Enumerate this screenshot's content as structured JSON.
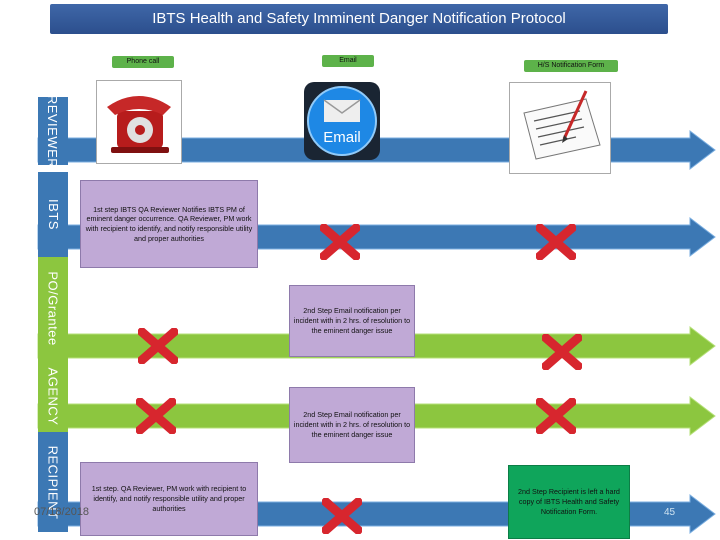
{
  "title": "IBTS Health and Safety Imminent Danger Notification Protocol",
  "columns": [
    "Phone call",
    "Email",
    "H/S Notification Form"
  ],
  "lanes": [
    "REVIEWER",
    "IBTS",
    "PO/Grantee",
    "AGENCY",
    "RECIPIENT"
  ],
  "steps": {
    "ibts": "1st step IBTS QA Reviewer Notifies IBTS PM of eminent danger occurrence. QA Reviewer, PM work with recipient to identify, and notify responsible utility and proper authorities",
    "po": "2nd Step Email notification per incident with in 2 hrs. of resolution to the eminent danger issue",
    "agency": "2nd Step Email notification per incident with in 2 hrs. of resolution to the eminent danger issue",
    "recipient1": "1st step. QA Reviewer, PM work with recipient to identify, and notify responsible utility and proper authorities",
    "recipient2": "2nd Step Recipient is left a hard copy of IBTS Health and Safety Notification Form."
  },
  "icons": {
    "phone": "Phone",
    "email": "Email"
  },
  "footer": {
    "date": "07/18/2018",
    "page": "45"
  },
  "colors": {
    "title": "#2c4f8d",
    "lane_blue": "#3c78b4",
    "lane_green": "#8cc63f",
    "step_purple": "#c0a9d6",
    "step_green": "#0fa55b",
    "x_red": "#d7262e"
  }
}
